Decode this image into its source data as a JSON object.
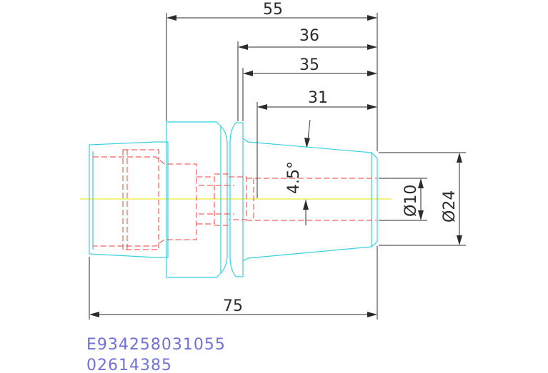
{
  "dimensions": {
    "overall_top": "55",
    "taper_36": "36",
    "taper_35": "35",
    "taper_31": "31",
    "angle": "4.5°",
    "bore_diameter": "Ø10",
    "shank_diameter": "Ø24",
    "total_length": "75"
  },
  "part_codes": {
    "line1": "E934258031055",
    "line2": "02614385"
  },
  "colors": {
    "outline": "#35d0e0",
    "hidden": "#ff3b3b",
    "dimension": "#2b2b2b",
    "centerline": "#e4e400",
    "code_text": "#7070d8"
  }
}
